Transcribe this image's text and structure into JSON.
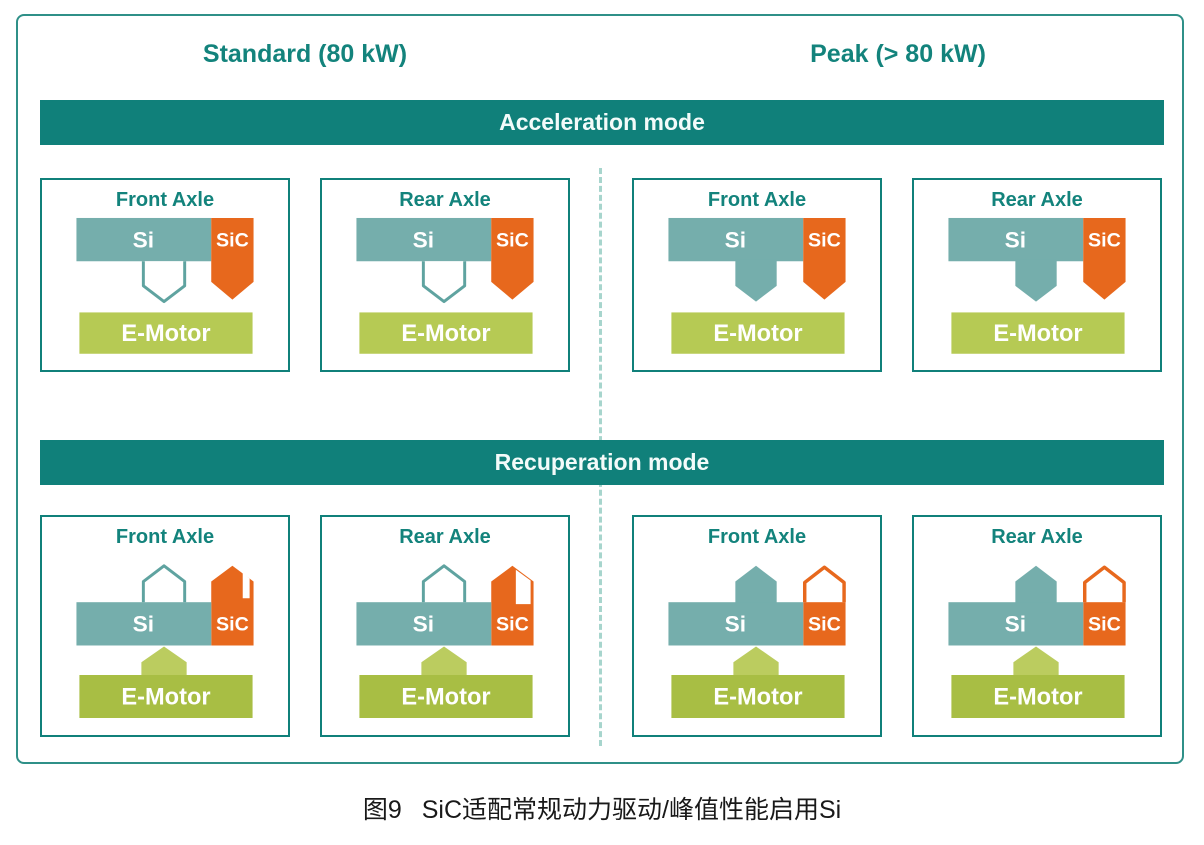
{
  "columns": {
    "standard_label": "Standard (80 kW)",
    "peak_label": "Peak (> 80 kW)"
  },
  "block_labels": {
    "si": "Si",
    "sic": "SiC",
    "emotor": "E-Motor"
  },
  "sections": [
    {
      "banner_label": "Acceleration mode",
      "panels": [
        {
          "title": "Front Axle",
          "column": "Standard (80 kW)",
          "si_arrow": "hollow-down",
          "sic_arrow": "solid-down",
          "emotor_arrow": "none"
        },
        {
          "title": "Rear Axle",
          "column": "Standard (80 kW)",
          "si_arrow": "hollow-down",
          "sic_arrow": "solid-down",
          "emotor_arrow": "none"
        },
        {
          "title": "Front Axle",
          "column": "Peak (> 80 kW)",
          "si_arrow": "solid-down",
          "sic_arrow": "solid-down",
          "emotor_arrow": "none"
        },
        {
          "title": "Rear Axle",
          "column": "Peak (> 80 kW)",
          "si_arrow": "solid-down",
          "sic_arrow": "solid-down",
          "emotor_arrow": "none"
        }
      ]
    },
    {
      "banner_label": "Recuperation mode",
      "panels": [
        {
          "title": "Front Axle",
          "column": "Standard (80 kW)",
          "si_arrow": "hollow-up",
          "sic_arrow": "solid-up-notched",
          "emotor_arrow": "solid-up"
        },
        {
          "title": "Rear Axle",
          "column": "Standard (80 kW)",
          "si_arrow": "hollow-up",
          "sic_arrow": "solid-up-notched",
          "emotor_arrow": "solid-up"
        },
        {
          "title": "Front Axle",
          "column": "Peak (> 80 kW)",
          "si_arrow": "solid-up",
          "sic_arrow": "hollow-up",
          "emotor_arrow": "solid-up"
        },
        {
          "title": "Rear Axle",
          "column": "Peak (> 80 kW)",
          "si_arrow": "solid-up",
          "sic_arrow": "hollow-up",
          "emotor_arrow": "solid-up"
        }
      ]
    }
  ],
  "caption": {
    "prefix": "图9",
    "text": "SiC适配常规动力驱动/峰值性能启用Si"
  },
  "colors": {
    "teal_banner": "#10807a",
    "si_block": "#75aeac",
    "sic_block": "#e7681d",
    "emotor_accel": "#b6ca54",
    "emotor_recup": "#a8be44",
    "emotor_arrow": "#bbcc5f",
    "dashed_divider": "#a7d5cd"
  }
}
